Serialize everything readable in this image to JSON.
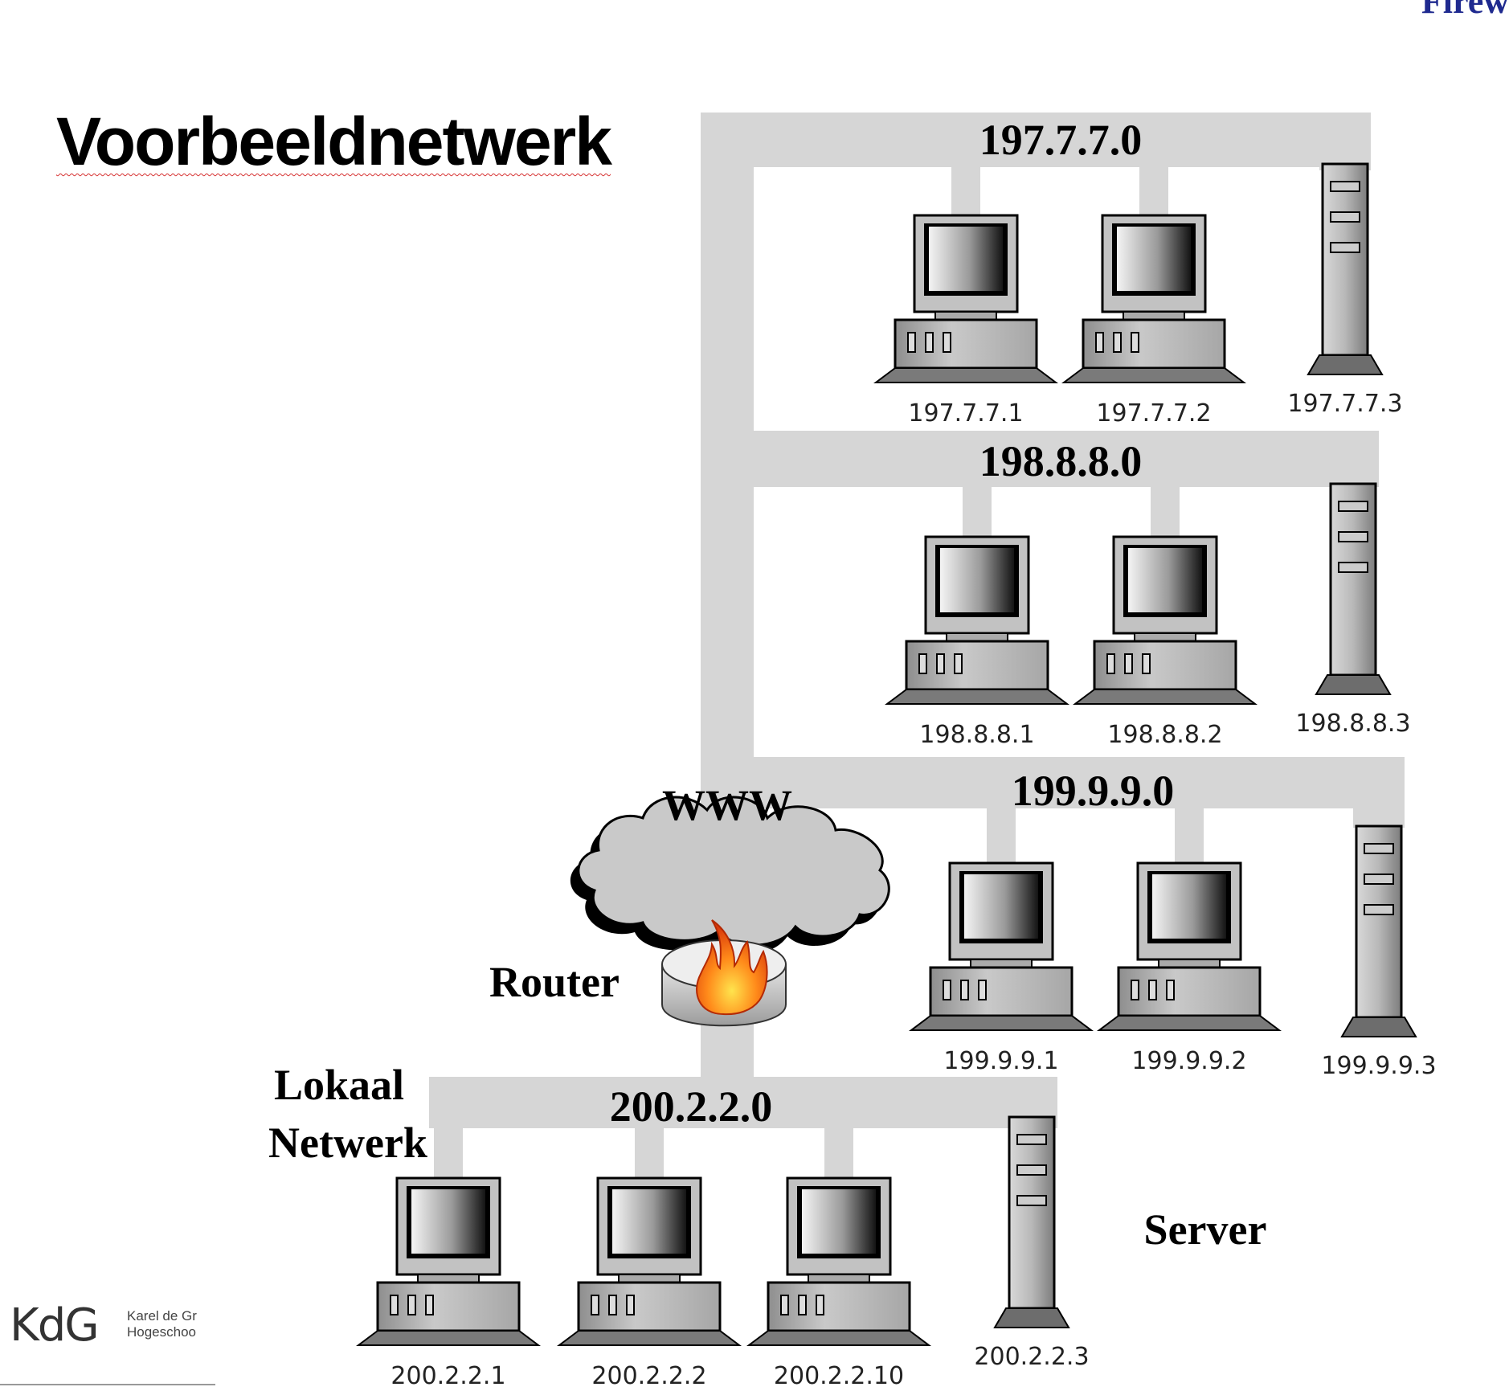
{
  "slide": {
    "title": "Voorbeeldnetwerk",
    "corner_title": "Firew",
    "logo": {
      "mark": "KdG",
      "line1": "Karel de Gr",
      "line2": "Hogeschoo"
    }
  },
  "diagram": {
    "cloud_label": "WWW",
    "router_label": "Router",
    "local_label_line1": "Lokaal",
    "local_label_line2": "Netwerk",
    "server_label": "Server",
    "networks": [
      {
        "name": "197.7.7.0",
        "hosts": [
          "197.7.7.1",
          "197.7.7.2"
        ],
        "server": "197.7.7.3"
      },
      {
        "name": "198.8.8.0",
        "hosts": [
          "198.8.8.1",
          "198.8.8.2"
        ],
        "server": "198.8.8.3"
      },
      {
        "name": "199.9.9.0",
        "hosts": [
          "199.9.9.1",
          "199.9.9.2"
        ],
        "server": "199.9.9.3"
      }
    ],
    "local_network": {
      "name": "200.2.2.0",
      "hosts": [
        "200.2.2.1",
        "200.2.2.2",
        "200.2.2.10"
      ],
      "server": "200.2.2.3"
    }
  }
}
